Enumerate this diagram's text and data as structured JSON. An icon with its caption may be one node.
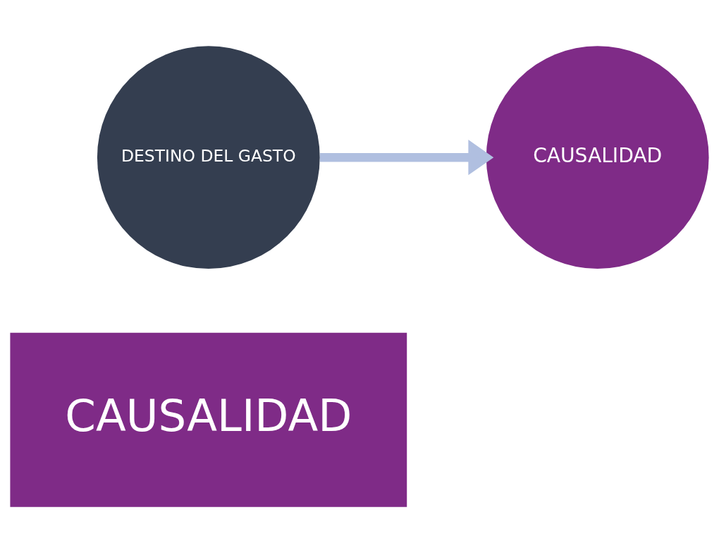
{
  "diagram": {
    "nodes": [
      {
        "text": [
          "CAUSALIDAD"
        ]
      },
      {
        "text": [
          "DESTINO DEL GASTO"
        ]
      },
      {
        "text": [
          "CAUSALIDAD"
        ]
      }
    ],
    "edges": [
      {
        "from": 1,
        "to": 2,
        "arrow": "to",
        "color": "#b0bfe0"
      }
    ]
  }
}
